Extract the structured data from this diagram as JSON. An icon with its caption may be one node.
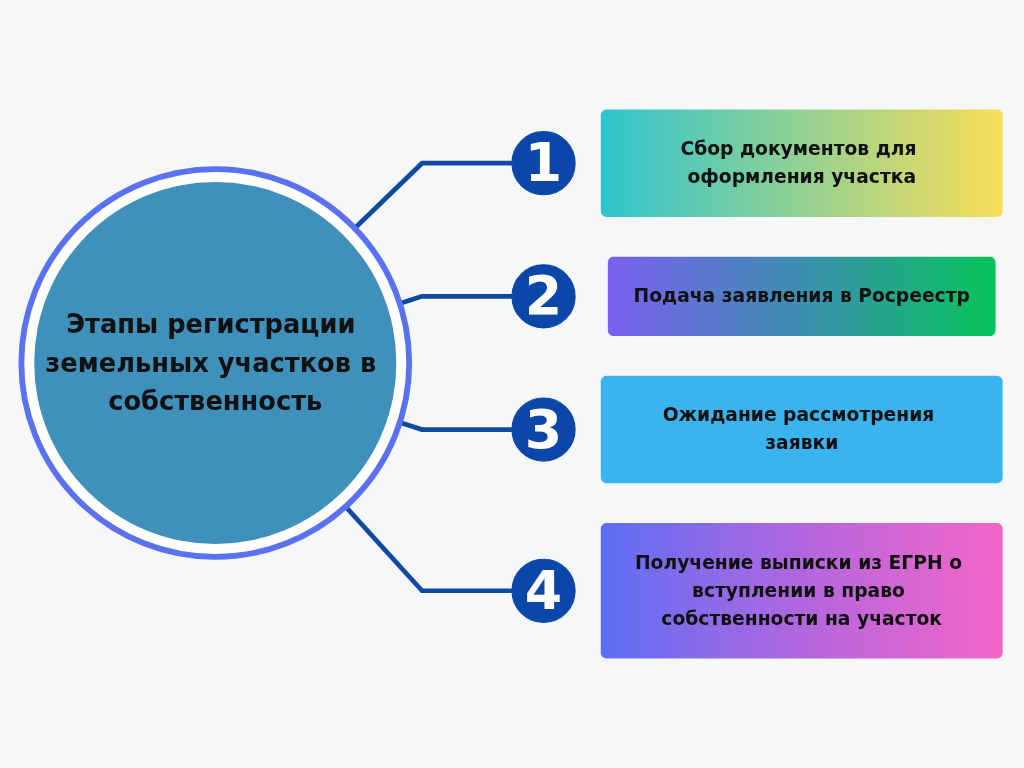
{
  "diagram": {
    "nodes": [
      {
        "text": [
          "Этапы регистрации земельных участков в собственность"
        ]
      },
      {
        "text": [
          "1"
        ]
      },
      {
        "text": [
          "Сбор документов для оформления участка"
        ]
      },
      {
        "text": [
          "2"
        ]
      },
      {
        "text": [
          "Подача заявления в Росреестр"
        ]
      },
      {
        "text": [
          "3"
        ]
      },
      {
        "text": [
          "Ожидание рассмотрения заявки"
        ]
      },
      {
        "text": [
          "4"
        ]
      },
      {
        "text": [
          "Получение выписки из ЕГРН о вступлении в право собственности на участок"
        ]
      }
    ],
    "edges": [
      {
        "from": 0,
        "to": 1,
        "arrow": "none"
      },
      {
        "from": 0,
        "to": 3,
        "arrow": "none"
      },
      {
        "from": 0,
        "to": 5,
        "arrow": "none"
      },
      {
        "from": 0,
        "to": 7,
        "arrow": "none"
      }
    ]
  }
}
